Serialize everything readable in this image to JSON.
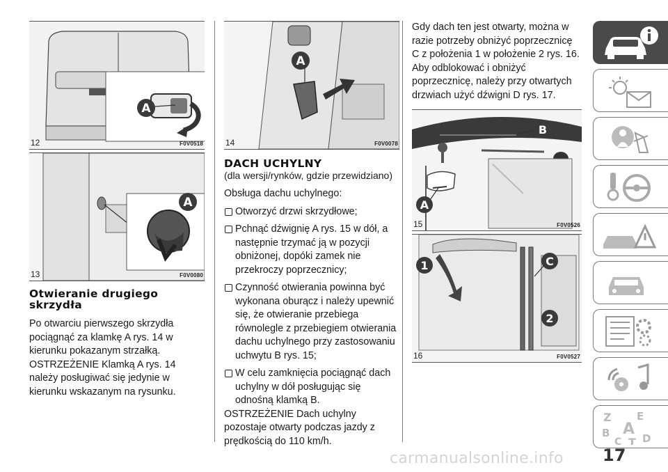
{
  "figures": {
    "f12": {
      "num": "12",
      "code": "F0V0518"
    },
    "f13": {
      "num": "13",
      "code": "F0V0080"
    },
    "f14": {
      "num": "14",
      "code": "F0V0078"
    },
    "f15": {
      "num": "15",
      "code": "F0V0526"
    },
    "f16": {
      "num": "16",
      "code": "F0V0527"
    }
  },
  "callouts": {
    "a": "A",
    "b": "B",
    "c": "C",
    "one": "1",
    "two": "2"
  },
  "col1": {
    "heading": "Otwieranie drugiego skrzydła",
    "body": "Po otwarciu pierwszego skrzydła pociągnąć za klamkę A rys. 14 w kierunku pokazanym strzałką. OSTRZEŻENIE Klamką A rys. 14 należy posługiwać się jedynie w kierunku wskazanym na rysunku."
  },
  "col2": {
    "heading": "DACH UCHYLNY",
    "subheading": "(dla wersji/rynków, gdzie przewidziano)",
    "intro": "Obsługa dachu uchylnego:",
    "bullets": [
      "Otworzyć drzwi skrzydłowe;",
      "Pchnąć dźwignię A rys. 15 w dół, a następnie trzymać ją w pozycji obniżonej, dopóki zamek nie przekroczy poprzecznicy;",
      "Czynność otwierania powinna być wykonana oburącz i należy upewnić się, że otwieranie przebiega równolegle z przebiegiem otwierania dachu uchylnego przy zastosowaniu uchwytu B rys. 15;",
      "W celu zamknięcia pociągnąć dach uchylny w dół posługując się odnośną klamką B."
    ],
    "warning": "OSTRZEŻENIE Dach uchylny pozostaje otwarty podczas jazdy z prędkością do 110 km/h."
  },
  "col3": {
    "body": "Gdy dach ten jest otwarty, można w razie potrzeby obniżyć poprzecznicę C z położenia 1 w położenie 2 rys. 16. Aby odblokować i obniżyć poprzecznicę, należy przy otwartych drzwiach użyć dźwigni D rys. 17."
  },
  "tabs": [
    {
      "icon": "car-info-icon",
      "active": true
    },
    {
      "icon": "warning-lights-icon"
    },
    {
      "icon": "airbag-seatbelt-icon"
    },
    {
      "icon": "steering-wheel-key-icon"
    },
    {
      "icon": "breakdown-triangle-icon"
    },
    {
      "icon": "car-service-icon"
    },
    {
      "icon": "technical-data-icon"
    },
    {
      "icon": "multimedia-icon"
    },
    {
      "icon": "index-icon",
      "letters": [
        "Z",
        "E",
        "B",
        "A",
        "C",
        "T",
        "D"
      ]
    }
  ],
  "page": {
    "number": "17",
    "watermark": "carmanualsonline.info"
  },
  "colors": {
    "callout": "#3a3a3a",
    "tab_active": "#4a4a4a",
    "rule": "#555555"
  }
}
